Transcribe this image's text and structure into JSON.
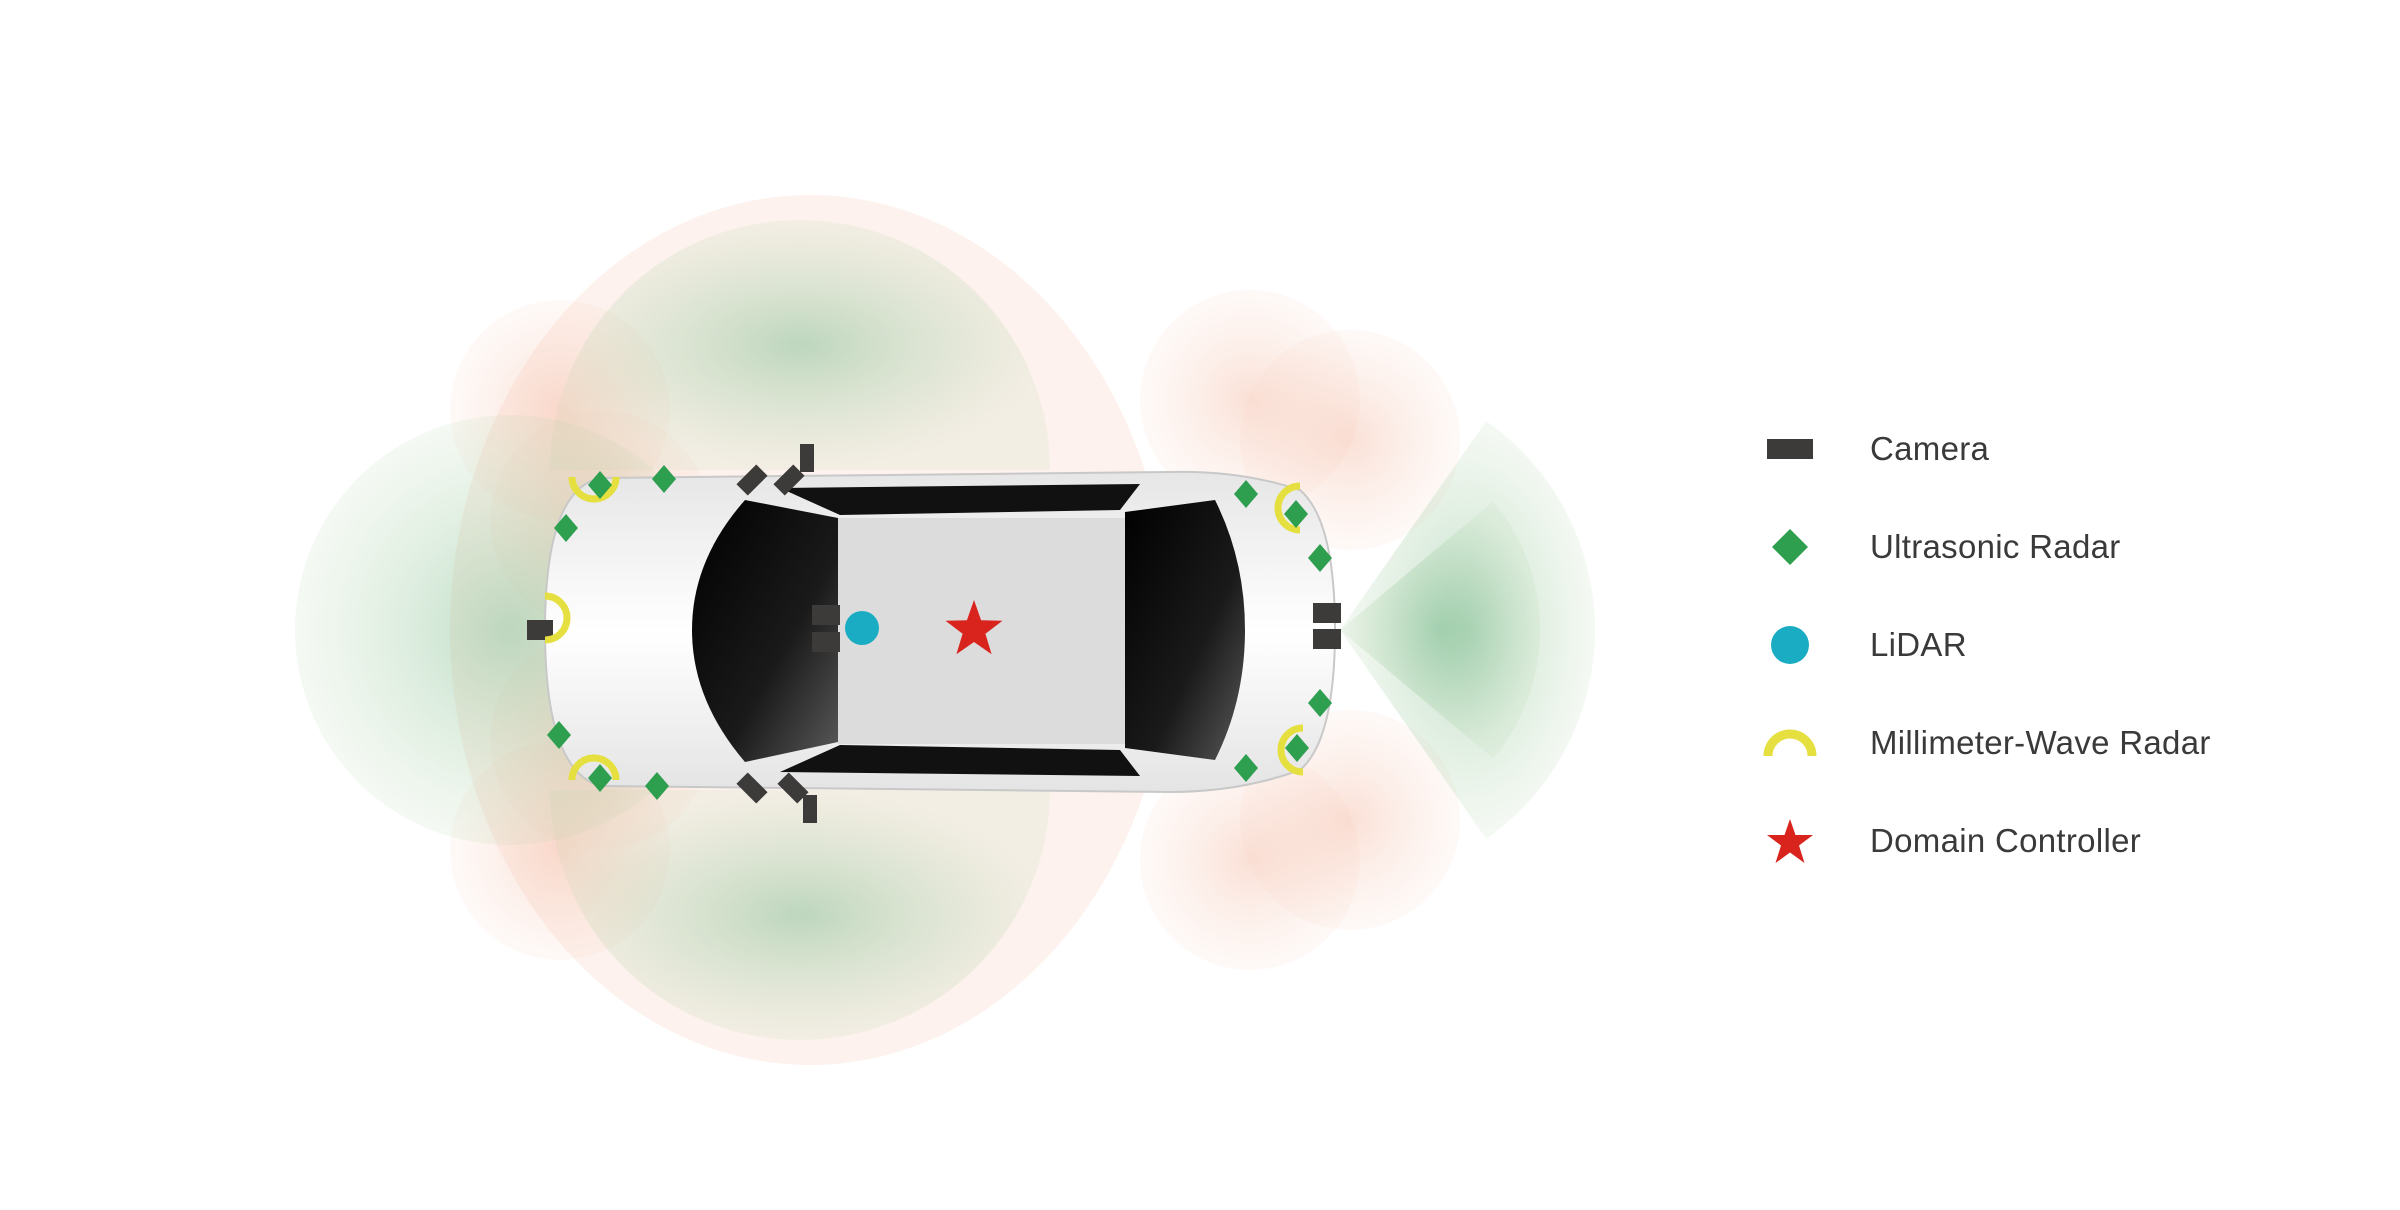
{
  "legend": {
    "items": [
      {
        "key": "camera",
        "label": "Camera",
        "icon": "camera-icon",
        "color": "#3d3b3a"
      },
      {
        "key": "ultrasonic",
        "label": "Ultrasonic Radar",
        "icon": "diamond-icon",
        "color": "#2e9e4f"
      },
      {
        "key": "lidar",
        "label": "LiDAR",
        "icon": "circle-icon",
        "color": "#19acc2"
      },
      {
        "key": "mmwave",
        "label": "Millimeter-Wave Radar",
        "icon": "arc-icon",
        "color": "#e5e040"
      },
      {
        "key": "controller",
        "label": "Domain Controller",
        "icon": "star-icon",
        "color": "#d9231d"
      }
    ]
  },
  "colors": {
    "coverage_green": "#6fb584",
    "coverage_peach": "#f2a78a",
    "car_body": "#f2f2f2",
    "glass": "#0c0c0c"
  }
}
